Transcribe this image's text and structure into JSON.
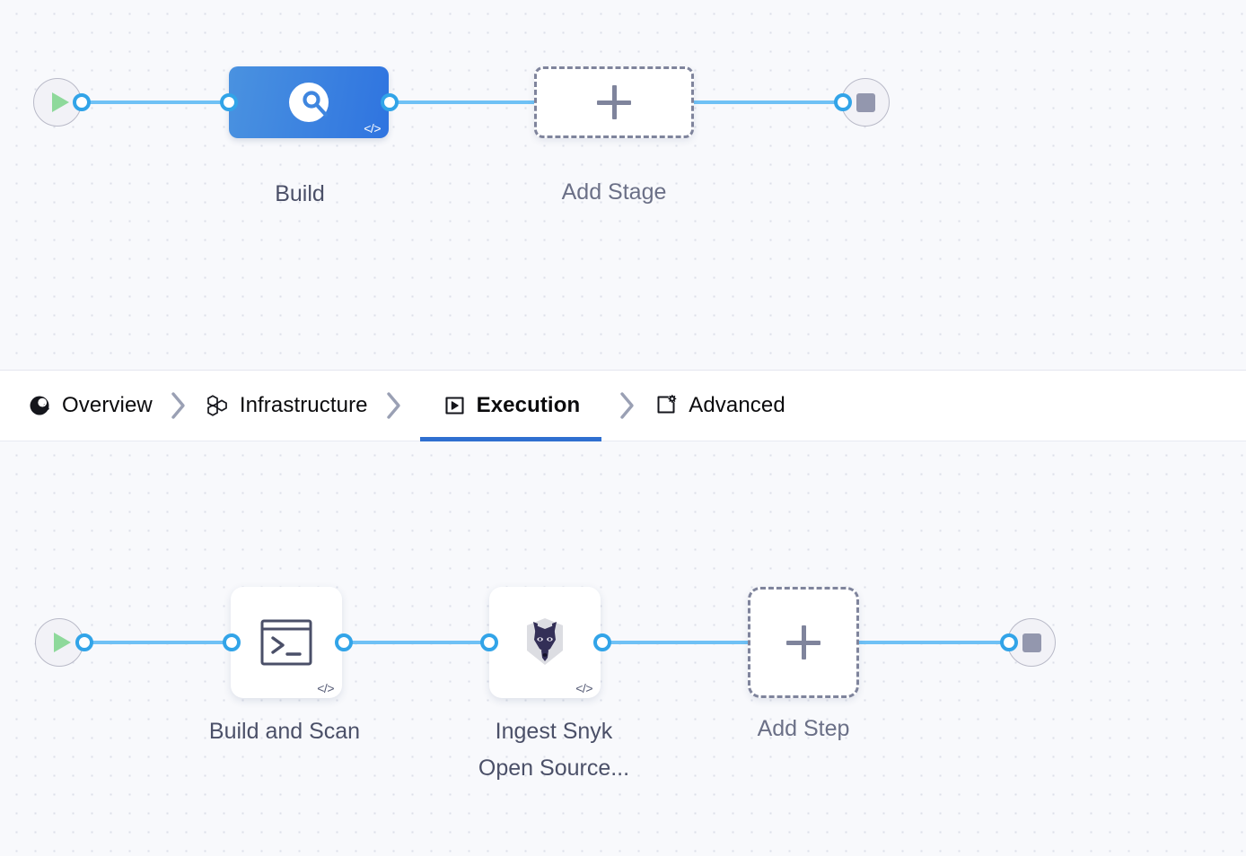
{
  "theme": {
    "canvas_bg": "#f8f9fc",
    "grid_dot": "#dcdfe9",
    "wire": "#6fc1f5",
    "port_ring": "#32a4e8",
    "stage_node_blue": "#2f74e0",
    "active_tab_underline": "#2f6fd0",
    "label_text": "#4b5068",
    "start_play_green": "#8ed99b",
    "stop_square_gray": "#9397ae"
  },
  "tabs": [
    {
      "label": "Overview",
      "icon": "overview-pie-icon",
      "active": false
    },
    {
      "label": "Infrastructure",
      "icon": "hexagons-icon",
      "active": false
    },
    {
      "label": "Execution",
      "icon": "execution-play-icon",
      "active": true
    },
    {
      "label": "Advanced",
      "icon": "advanced-settings-icon",
      "active": false
    }
  ],
  "tab_separator": "chevron-right-icon",
  "stage_row": {
    "start_node": {
      "name": "pipeline-start",
      "icon": "play-icon"
    },
    "end_node": {
      "name": "pipeline-end",
      "icon": "stop-icon"
    },
    "nodes": [
      {
        "id": "build",
        "label": "Build",
        "kind": "stage",
        "selected": true,
        "icon": "build-scan-circle-icon",
        "badge": "</>"
      },
      {
        "id": "add-stage",
        "label": "Add Stage",
        "kind": "add",
        "icon": "plus-icon"
      }
    ]
  },
  "step_row": {
    "start_node": {
      "name": "execution-start",
      "icon": "play-icon"
    },
    "end_node": {
      "name": "execution-end",
      "icon": "stop-icon"
    },
    "nodes": [
      {
        "id": "build-and-scan",
        "label": "Build and Scan",
        "kind": "step",
        "icon": "terminal-icon",
        "badge": "</>"
      },
      {
        "id": "ingest-snyk",
        "label": "Ingest Snyk\nOpen Source...",
        "kind": "step",
        "icon": "snyk-doberman-icon",
        "badge": "</>"
      },
      {
        "id": "add-step",
        "label": "Add Step",
        "kind": "add",
        "icon": "plus-icon"
      }
    ]
  }
}
